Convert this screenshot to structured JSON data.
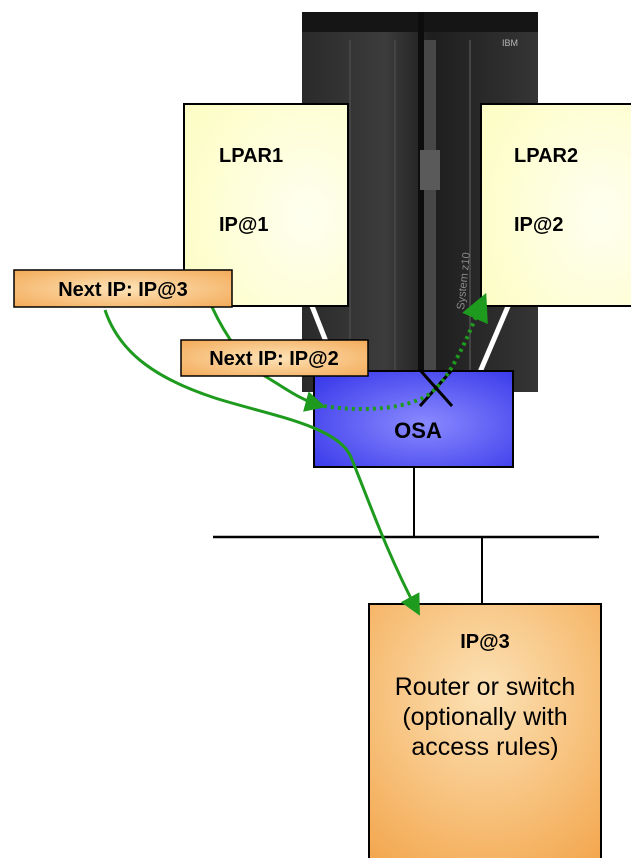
{
  "server": {
    "brand": "IBM",
    "model": "System z10"
  },
  "lpar1": {
    "name": "LPAR1",
    "ip": "IP@1"
  },
  "lpar2": {
    "name": "LPAR2",
    "ip": "IP@2"
  },
  "next_hop_1": {
    "label": "Next IP: IP@3"
  },
  "next_hop_2": {
    "label": "Next IP: IP@2"
  },
  "osa": {
    "label": "OSA"
  },
  "router": {
    "ip": "IP@3",
    "description": "Router or switch (optionally with access rules)"
  },
  "colors": {
    "lpar_fill": "#fefed6",
    "osa_fill": "#4a4af0",
    "label_fill": "#f7b766",
    "router_fill": "#f5a64a",
    "arrow_green": "#1e9a1e"
  }
}
